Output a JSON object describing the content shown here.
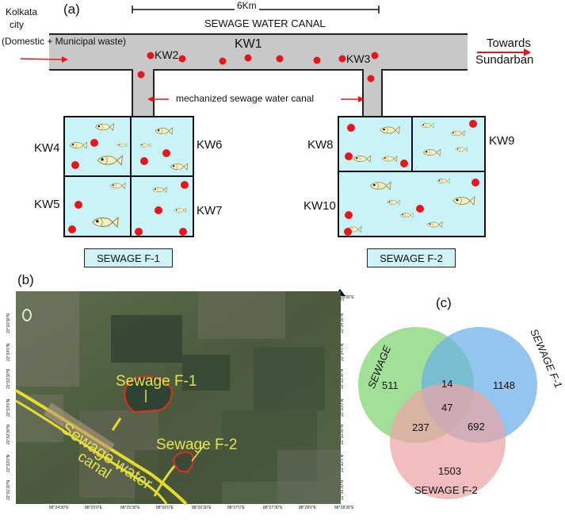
{
  "panel_a": {
    "label": "(a)",
    "scale_label": "6Km",
    "canal_title": "SEWAGE WATER CANAL",
    "source_label_line1": "Kolkata",
    "source_label_line2": "city",
    "source_label_line3": "(Domestic + Municipal waste)",
    "towards_line1": "Towards",
    "towards_line2": "Sundarban",
    "mech_canal_label": "mechanized sewage water canal",
    "sites": {
      "kw1": "KW1",
      "kw2": "KW2",
      "kw3": "KW3",
      "kw4": "KW4",
      "kw5": "KW5",
      "kw6": "KW6",
      "kw7": "KW7",
      "kw8": "KW8",
      "kw9": "KW9",
      "kw10": "KW10"
    },
    "farm1_label": "SEWAGE F-1",
    "farm2_label": "SEWAGE F-2",
    "colors": {
      "canal": "#c8c8c8",
      "pond": "#c9f3f6",
      "site_dot": "#e8161b",
      "arrow": "#e8161b"
    }
  },
  "panel_b": {
    "label": "(b)",
    "north_label": "NORTH",
    "lon_ticks": [
      "88°24'30\"E",
      "88°25'0\"E",
      "88°25'30\"E",
      "88°26'0\"E",
      "88°26'30\"E",
      "88°27'0\"E",
      "88°27'30\"E",
      "88°28'0\"E",
      "88°28'30\"E"
    ],
    "lat_ticks": [
      "22°34'30\"N",
      "22°34'0\"N",
      "22°33'30\"N",
      "22°33'0\"N",
      "22°32'30\"N",
      "22°32'0\"N",
      "22°31'30\"N"
    ],
    "farm1_label": "Sewage F-1",
    "farm2_label": "Sewage F-2",
    "canal_label_line1": "Sewage water",
    "canal_label_line2": "canal",
    "colors": {
      "canal": "#e6dc2a",
      "farm_outline": "#d9321e",
      "label": "#e4e34a"
    }
  },
  "panel_c": {
    "label": "(c)",
    "sets": [
      {
        "name": "SEWAGE",
        "color": "#7fd46f"
      },
      {
        "name": "SEWAGE F-1",
        "color": "#6aaee8"
      },
      {
        "name": "SEWAGE F-2",
        "color": "#eba3a6"
      }
    ],
    "counts": {
      "only_sewage": "511",
      "only_f1": "1148",
      "only_f2": "1503",
      "sewage_f1": "14",
      "sewage_f2": "237",
      "f1_f2": "692",
      "all_three": "47"
    }
  }
}
